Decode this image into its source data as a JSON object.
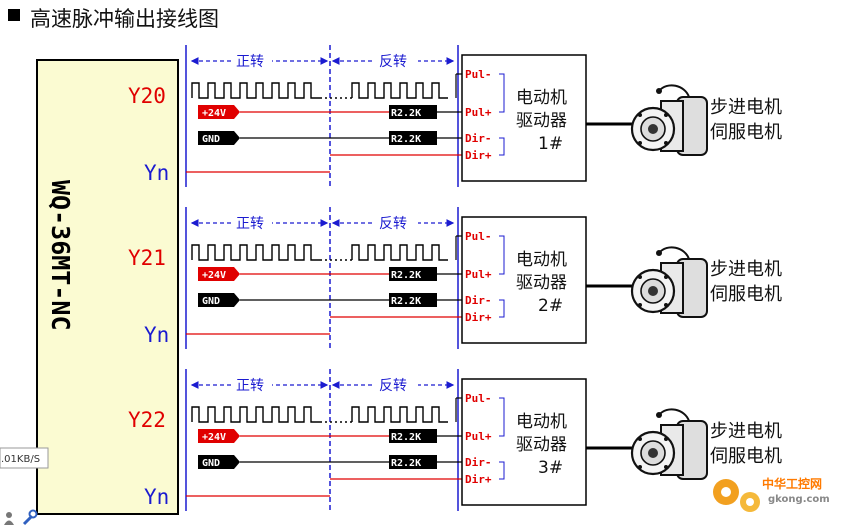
{
  "title": "高速脉冲输出接线图",
  "plc": {
    "model": "WQ-36MT-NC"
  },
  "labels": {
    "forward": "正转",
    "reverse": "反转",
    "plus24": "+24V",
    "gnd": "GND",
    "resistor": "R2.2K",
    "pul_minus": "Pul-",
    "pul_plus": "Pul+",
    "dir_minus": "Dir-",
    "dir_plus": "Dir+",
    "driver_line1": "电动机",
    "driver_line2": "驱动器",
    "motor_line1": "步进电机",
    "motor_line2": "伺服电机"
  },
  "channels": [
    {
      "output": "Y20",
      "common": "Yn",
      "driver_no": "1#"
    },
    {
      "output": "Y21",
      "common": "Yn",
      "driver_no": "2#"
    },
    {
      "output": "Y22",
      "common": "Yn",
      "driver_no": "3#"
    }
  ],
  "statusbar": {
    "speed": ".01KB/S"
  },
  "watermark": {
    "line1": "中华工控网",
    "line2": "gkong.com"
  },
  "colors": {
    "red": "#e00000",
    "blue": "#1b1bd0",
    "plc_fill": "#fbfbd2"
  },
  "icons": {
    "motor": "motor-icon",
    "gear": "gear-icon",
    "user": "user-icon",
    "wrench": "wrench-icon"
  }
}
